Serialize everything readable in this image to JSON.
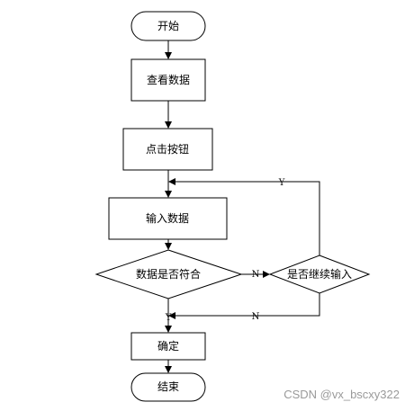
{
  "nodes": {
    "start": "开始",
    "view_data": "查看数据",
    "click_button": "点击按钮",
    "input_data": "输入数据",
    "check_match": "数据是否符合",
    "continue_input": "是否继续输入",
    "confirm": "确定",
    "end": "结束"
  },
  "edge_labels": {
    "match_no": "N",
    "match_yes": "Y",
    "continue_yes": "Y",
    "continue_no": "N"
  },
  "watermark": "CSDN @vx_bscxy322",
  "colors": {
    "stroke": "#000000",
    "fill": "#ffffff",
    "watermark": "#9a9a9a"
  }
}
